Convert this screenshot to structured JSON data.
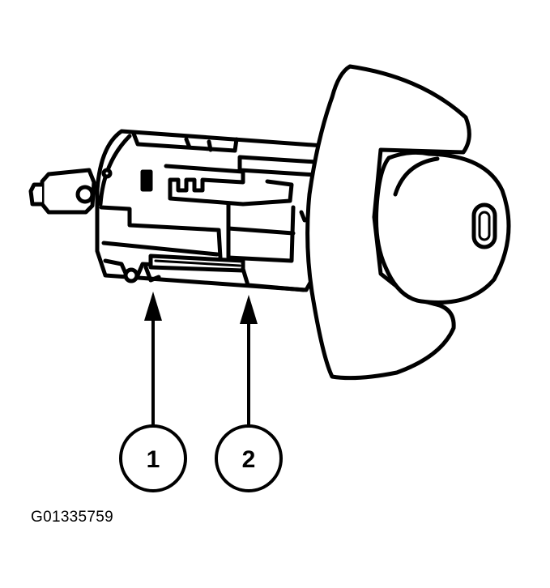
{
  "callouts": [
    {
      "number": "1"
    },
    {
      "number": "2"
    }
  ],
  "figure_code": "G01335759",
  "colors": {
    "ink": "#000000",
    "paper": "#ffffff"
  }
}
